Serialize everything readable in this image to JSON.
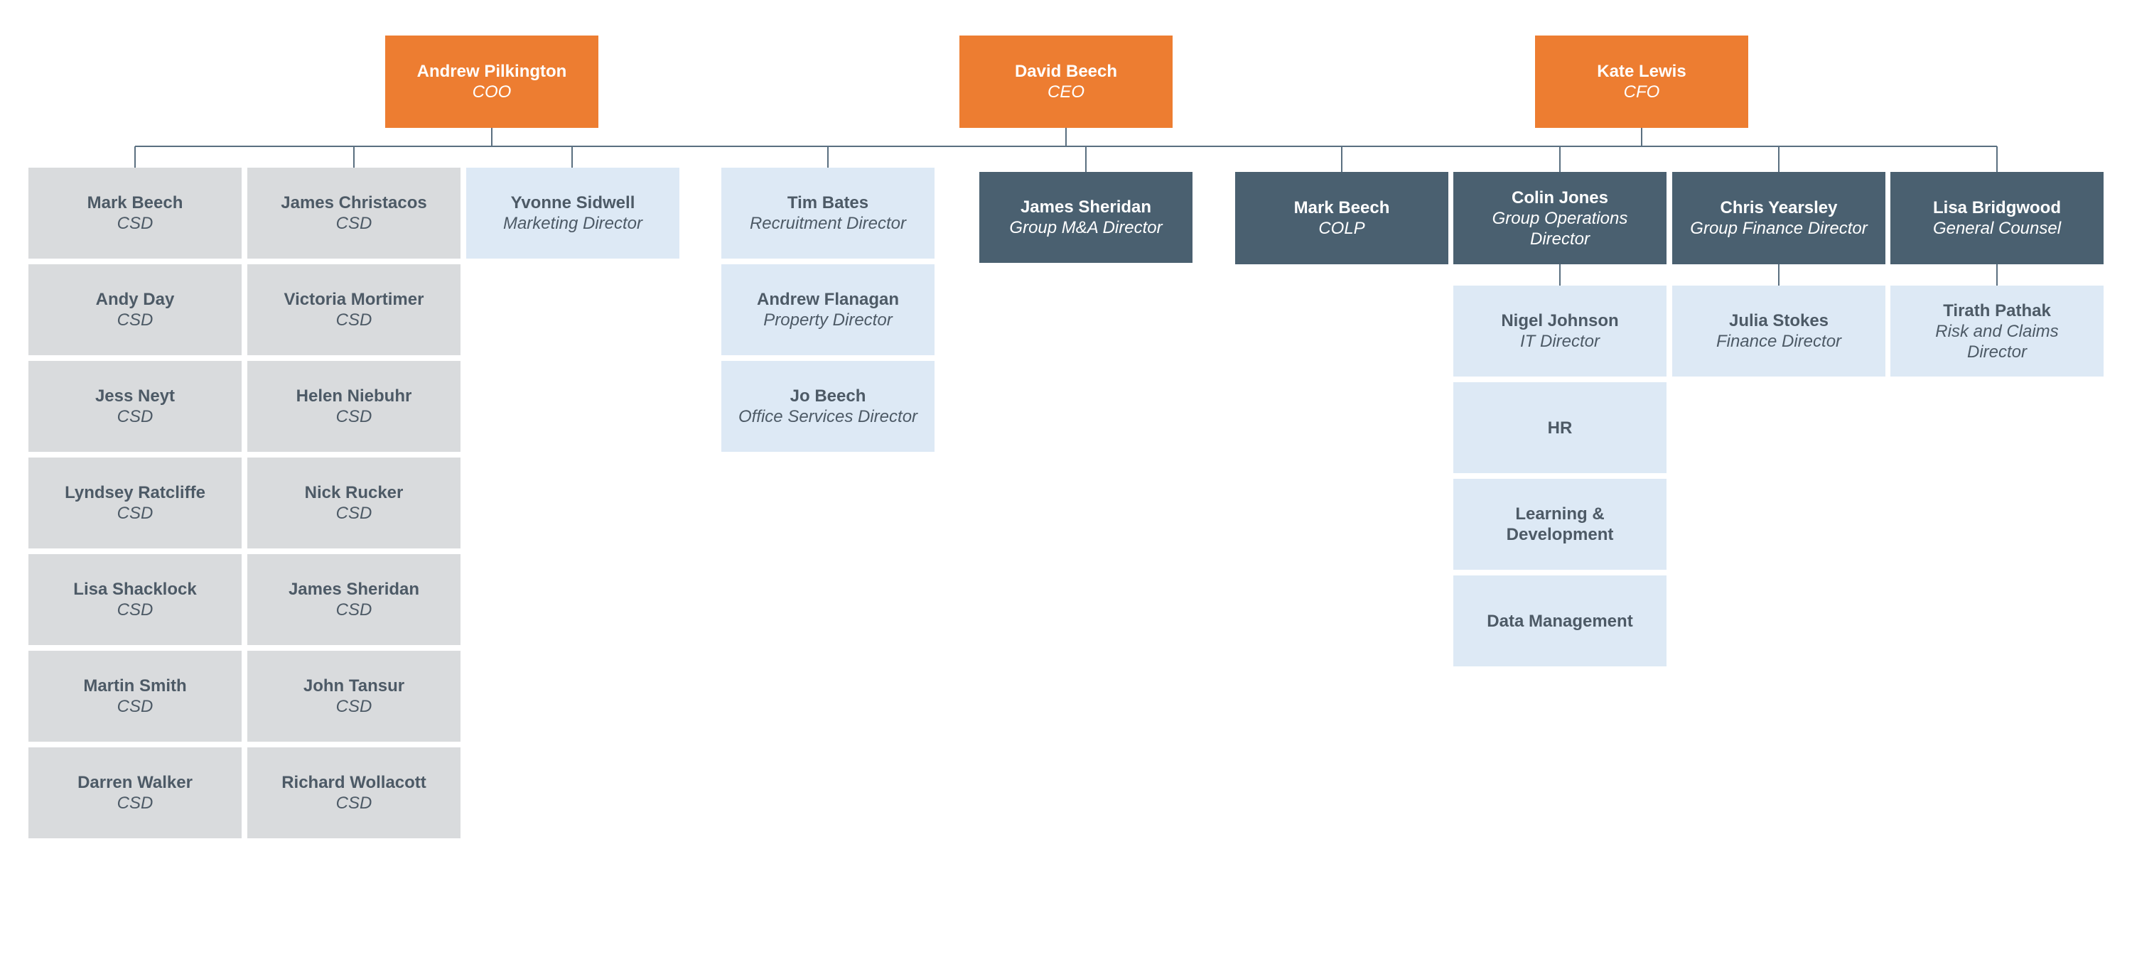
{
  "colors": {
    "executive": "#ed7d31",
    "head_of_function": "#4a6070",
    "csd_box": "#d9dbdd",
    "department_box": "#dde9f5",
    "connector": "#5a6f80"
  },
  "executives": [
    {
      "name": "Andrew Pilkington",
      "role": "COO"
    },
    {
      "name": "David Beech",
      "role": "CEO"
    },
    {
      "name": "Kate Lewis",
      "role": "CFO"
    }
  ],
  "coo_reports": {
    "csd_column_1": [
      {
        "name": "Mark Beech",
        "role": "CSD"
      },
      {
        "name": "Andy Day",
        "role": "CSD"
      },
      {
        "name": "Jess Neyt",
        "role": "CSD"
      },
      {
        "name": "Lyndsey Ratcliffe",
        "role": "CSD"
      },
      {
        "name": "Lisa Shacklock",
        "role": "CSD"
      },
      {
        "name": "Martin Smith",
        "role": "CSD"
      },
      {
        "name": "Darren Walker",
        "role": "CSD"
      }
    ],
    "csd_column_2": [
      {
        "name": "James Christacos",
        "role": "CSD"
      },
      {
        "name": "Victoria Mortimer",
        "role": "CSD"
      },
      {
        "name": "Helen Niebuhr",
        "role": "CSD"
      },
      {
        "name": "Nick Rucker",
        "role": "CSD"
      },
      {
        "name": "James Sheridan",
        "role": "CSD"
      },
      {
        "name": "John Tansur",
        "role": "CSD"
      },
      {
        "name": "Richard Wollacott",
        "role": "CSD"
      }
    ],
    "marketing": {
      "name": "Yvonne Sidwell",
      "role": "Marketing Director"
    },
    "services": [
      {
        "name": "Tim Bates",
        "role": "Recruitment Director"
      },
      {
        "name": "Andrew Flanagan",
        "role": "Property Director"
      },
      {
        "name": "Jo Beech",
        "role": "Office Services Director"
      }
    ]
  },
  "ceo_reports": [
    {
      "name": "James Sheridan",
      "role": "Group M&A Director"
    }
  ],
  "cfo_reports": {
    "heads": [
      {
        "name": "Mark Beech",
        "role": "COLP"
      },
      {
        "name": "Colin Jones",
        "role": "Group Operations Director"
      },
      {
        "name": "Chris Yearsley",
        "role": "Group Finance Director"
      },
      {
        "name": "Lisa Bridgwood",
        "role": "General Counsel"
      }
    ],
    "operations_team": [
      {
        "name": "Nigel Johnson",
        "role": "IT Director"
      },
      {
        "name": "HR",
        "role": ""
      },
      {
        "name": "Learning & Development",
        "role": ""
      },
      {
        "name": "Data Management",
        "role": ""
      }
    ],
    "finance_team": [
      {
        "name": "Julia Stokes",
        "role": "Finance Director"
      }
    ],
    "legal_team": [
      {
        "name": "Tirath Pathak",
        "role": "Risk and Claims Director"
      }
    ]
  }
}
